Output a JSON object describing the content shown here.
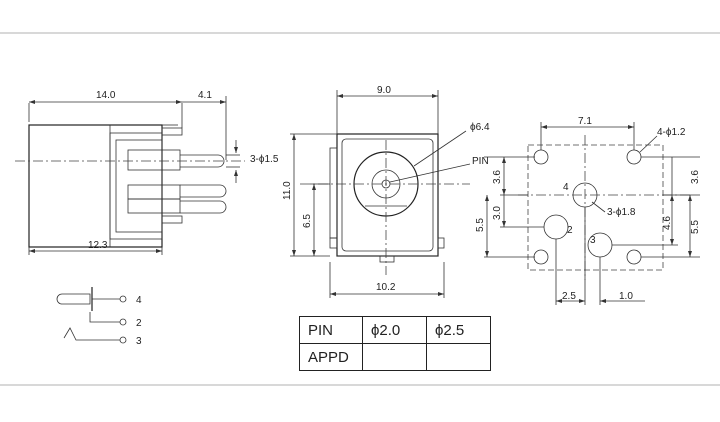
{
  "side_view": {
    "width_total": "14.0",
    "pin_extension": "4.1",
    "body_length": "12.3",
    "pin_callout": "3-ϕ1.5"
  },
  "front_view": {
    "top_width": "9.0",
    "bottom_width": "10.2",
    "height": "11.0",
    "center_height": "6.5",
    "hole_diameter": "ϕ6.4",
    "pin_label": "PIN"
  },
  "pcb_view": {
    "top_spacing": "7.1",
    "hole_callout": "4-ϕ1.2",
    "left_top": "3.6",
    "left_mid": "3.0",
    "left_bottom": "5.5",
    "right_top": "3.6",
    "right_mid": "4.6",
    "right_bottom": "5.5",
    "pin_callout": "3-ϕ1.8",
    "pin_4_label": "4",
    "pin_2_label": "2",
    "pin_3_label": "3",
    "bottom_left": "2.5",
    "bottom_right": "1.0"
  },
  "schematic": {
    "pin_4": "4",
    "pin_2": "2",
    "pin_3": "3"
  },
  "pin_table": {
    "header": [
      "PIN",
      "ϕ2.0",
      "ϕ2.5"
    ],
    "row": [
      "APPD",
      "",
      ""
    ]
  }
}
